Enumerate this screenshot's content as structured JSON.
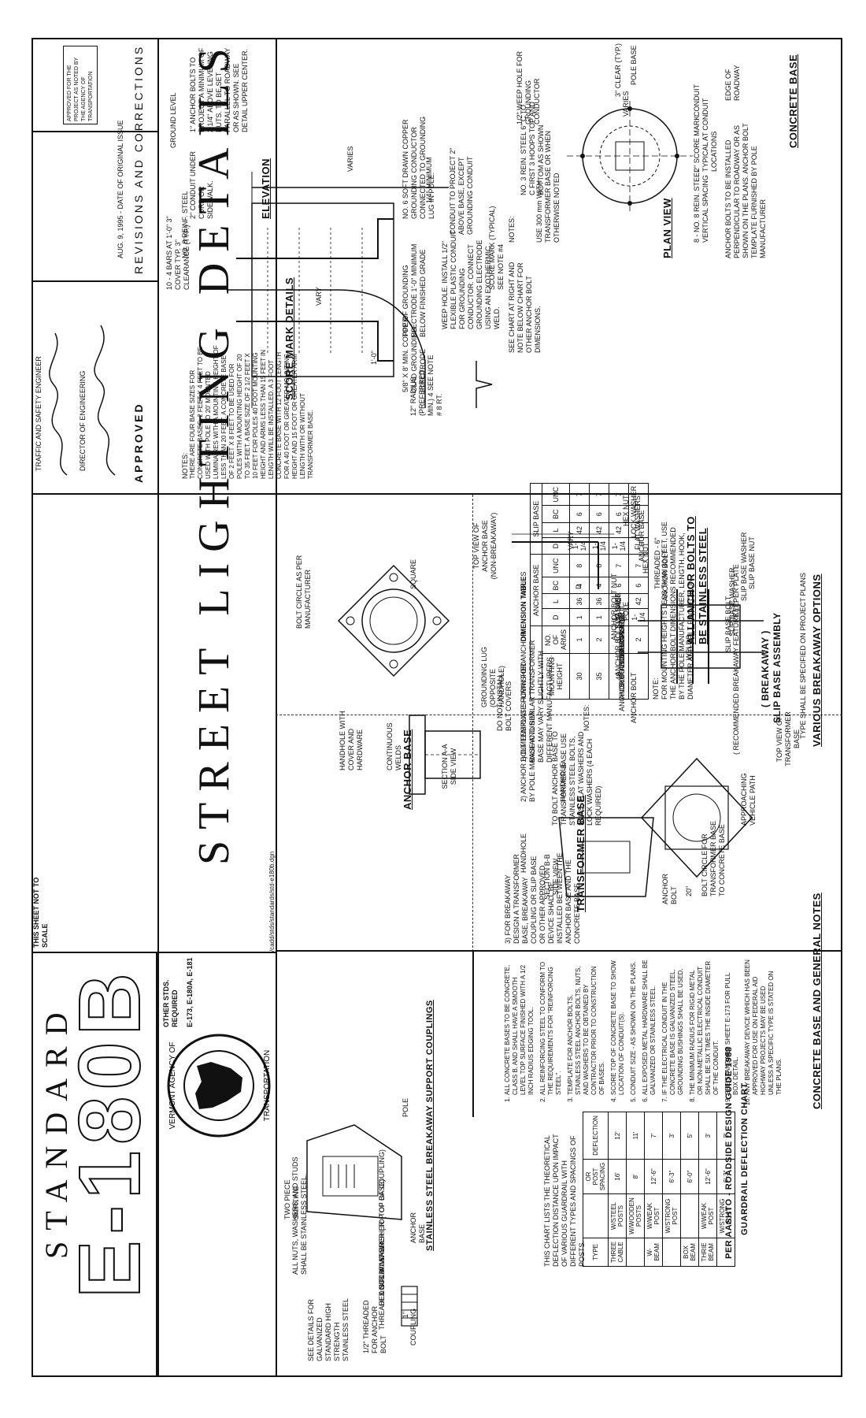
{
  "concrete_base": {
    "title": "CONCRETE BASE",
    "edge_of_roadway": "EDGE OF ROADWAY",
    "anchor_note": "ANCHOR BOLTS TO BE INSTALLED PERPENDICULAR TO ROADWAY OR AS SHOWN ON THE PLANS. ANCHOR BOLT TEMPLATE FURNISHED BY POLE MANUFACTURER",
    "pole_base": "POLE BASE",
    "clear": "3\" CLEAR (TYP.)",
    "varies": "VARIES",
    "weep_hole": "1/2\" WEEP HOLE FOR GROUNDING CONDUCTOR",
    "conduit": "CONDUIT",
    "score_mark": "2\" SCORE MARK TYPICAL AT CONDUIT LOCATIONS",
    "rebar_vertical": "8 - NO. 8 REIN. STEEL VERTICAL SPACING",
    "rebar_min": "NO. 3 REIN. STEEL 6\" C TO C FIRST 3 HOOPS TOP AND BOTTOM AS SHOWN",
    "use_dowel": "USE 300 mm WITH TRANSFORMER BASE OR WHEN OTHERWISE NOTED",
    "plan_view": "PLAN VIEW",
    "notes_label": "NOTES:",
    "see_chart": "SEE CHART AT RIGHT AND NOTE BELOW CHART FOR OTHER ANCHOR BOLT DIMENSIONS."
  },
  "elevation": {
    "title": "ELEVATION",
    "anchor_bolts": "1\" ANCHOR BOLTS TO PROJECT A MINIMUM OF 2 1/4\" ABOVE LEVELING NUTS. TO BE SET PARALLEL TO ROADWAY OR AS SHOWN. SEE DETAIL UPPER CENTER.",
    "ground_level": "GROUND LEVEL",
    "conduit_under": "2\" CONDUIT UNDER CURB OR SIDEWALK.",
    "rebar": "NO. 8 REINF. STEEL",
    "rebar_pairs": "10 - 4 BARS AT 1'-0\" 3\" COVER TYP. 3\" CLEARANCE (TYP.)",
    "vary": "VARY",
    "varies_label": "VARIES",
    "ground_note": "NO. 6 SOFT DRAWN COPPER GROUNDING CONDUCTOR CONNECTED TO GROUNDING LUG IN POLE.",
    "conduit_project": "CONDUIT TO PROJECT 2\" ABOVE BASE, EXCEPT GROUNDING CONDUIT",
    "weep_install": "WEEP HOLE. INSTALL 1/2\" FLEXIBLE PLASTIC CONDUIT FOR GROUNDING CONDUCTOR. CONNECT GROUNDING ELECTRODE USING AN EXOTHERMIC WELD.",
    "score_mark": "SCORE MARK (TYPICAL) SEE NOTE #4",
    "min_quarter": "1/4\" MINIMUM",
    "top_of_electrode": "TOP OF GROUNDING ELECTRODE 1'-0\" MINIMUM BELOW FINISHED GRADE",
    "electrode": "5/8\" X 8' MIN. COPPER CLAD GROUNDING ELECTRODE",
    "radius": "12\" RADIUS (PREFERRED MIN.) 4 SEE NOTE # 8 RT.",
    "one_foot": "1'-0\"",
    "score_mark_details": "SCORE MARK DETAILS"
  },
  "left_notes": {
    "label": "NOTES:",
    "text": "THERE ARE FOUR BASE SIZES FOR CONCRETE BASES: 2 FEET X 4 FEET TO BE USED WITH POLE TO 20' MOUNTED LUMINAIRES WITH A MOUNTING HEIGHT OF LESS THAN 20 FEET. A CONCRETE BASE OF 2 FEET X 8 FEET TO BE USED FOR POLES WITH A MOUNTING HEIGHT OF 20 TO 35 FEET. A BASE SIZE OF 2 1/2 FEET X 10 FEET FOR POLES 40 FOOT MOUNTING HEIGHT AND ARMS LESS THAN 15 FEET IN LENGTH WILL BE INSTALLED. A 3 FOOT CONCRETE BASE WITH 12 FOOT LENGTH FOR A 40 FOOT OR GREATER MOUNTING HEIGHT AND 15 FOOT OR GREATER ARM LENGTH WITH OR WITHOUT TRANSFORMER BASE."
  },
  "revisions": {
    "title": "REVISIONS AND CORRECTIONS",
    "entry": "AUG. 9, 1995 - DATE OF ORIGINAL ISSUE",
    "approved_stamp": "APPROVED FOR THE PROJECT AS NOTED BY THE AGENCY OF TRANSPORTATION"
  },
  "approved": {
    "label": "APPROVED",
    "director": "DIRECTOR OF ENGINEERING",
    "engineer": "TRAFFIC AND SAFETY ENGINEER"
  },
  "anchor_bolts": {
    "title": "ALL ANCHOR BOLTS TO BE STAINLESS STEEL",
    "hex_nut": "HEX NUT",
    "lock_washer": "LOCK WASHER",
    "flat_washers": "FLAT WASHERS",
    "anchor_base": "ANCHOR BASE",
    "hex_nut2": "HEX NUT",
    "threaded": "THREADED - 6\"",
    "anchor_bolt": "ANCHOR BOLT",
    "varies": "VARIES",
    "vary": "VARY",
    "d": "D"
  },
  "dimension_table": {
    "title": "DIMENSION TABLE",
    "groups": [
      "ANCHOR BASE",
      "SLIP BASE"
    ],
    "headers": [
      "MOUNTING HEIGHT",
      "NO. OF ARMS",
      "D",
      "L",
      "BC",
      "UNC",
      "D",
      "L",
      "BC",
      "UNC"
    ],
    "rows": [
      [
        "30",
        "1",
        "1",
        "36",
        "4",
        "8",
        "1-1/4",
        "42",
        "6",
        "7"
      ],
      [
        "35",
        "2",
        "1",
        "36",
        "4",
        "8",
        "1-1/4",
        "42",
        "6",
        "7"
      ],
      [
        "40",
        "1",
        "1-1/4",
        "42",
        "6",
        "7",
        "1-1/4",
        "42",
        "6",
        "7"
      ],
      [
        "",
        "2",
        "1-1/4",
        "42",
        "6",
        "7",
        "",
        "",
        "",
        ""
      ]
    ],
    "note_label": "NOTE:",
    "note": "FOR MOUNTING HEIGHTS LESS THAN 30 FEET, USE THE ANCHOR BOLT DIMENSIONS RECOMMENDED BY THE POLE MANUFACTURER, LENGTH, HOOK, DIAMETER AND BOLT PROJECTION."
  },
  "anchor_base": {
    "top_view": "TOP VIEW OF ANCHOR BASE (NON-BREAKAWAY)",
    "title": "ANCHOR BASE",
    "square": "SQUARE",
    "bolt_circle": "BOLT CIRCLE AS PER MANUFACTURER",
    "grounding_lug": "GROUNDING LUG (OPPOSITE HANDHOLE)",
    "do_not_install": "DO NOT INSTALL BOLT COVERS",
    "continuous_welds": "CONTINUOUS WELDS",
    "handhole": "HANDHOLE WITH COVER AND HARDWARE",
    "section": "SECTION A-A SIDE VIEW",
    "notes_label": "NOTES:",
    "note1": "1) DIMENSIONS SHOWN FOR ANCHOR BASE AND SIMILAR TRANSFORMER BASE MAY VARY SLIGHTLY WITH DIFFERENT MANUFACTURERS.",
    "note2": "2) ANCHOR BOLT TEMPLATE FURNISHED BY POLE MANUFACTURER."
  },
  "breakaway": {
    "title": "VARIOUS BREAKAWAY OPTIONS",
    "subtitle": "TYPE SHALL BE SPECIFIED ON PROJECT PLANS",
    "slip_base_nut": "SLIP BASE NUT",
    "slip_base_washer": "SLIP BASE WASHER",
    "keeper_plate": "KEEPER PLATE",
    "slip_base_washer2": "SLIP BASE WASHER",
    "slip_base_bolt": "SLIP BASE BOLT",
    "welds": "WELDS",
    "pole": "POLE",
    "slip_base": "SLIP BASE",
    "anchor_bolt_nut": "ANCHOR BOLT NUT",
    "anchor_nut": "ANCHOR NUT",
    "lock_washer": "LOCK WASHER",
    "anchor_bolt_washer": "ANCHOR BOLT WASHER",
    "slip_anchor_plate": "SLIP ANCHOR PLATE",
    "anchor_bolt_washer2": "ANCHOR BOLT WASHER",
    "anchor_bolt_nut2": "ANCHOR BOLT NUT",
    "anchor_bolt": "ANCHOR BOLT",
    "assembly_title": "SLIP BASE ASSEMBLY",
    "assembly_sub": "( BREAKAWAY )"
  },
  "transformer": {
    "top_view": "TOP VIEW OF TRANSFORMER BASE",
    "recommended": "( RECOMMENDED BREAKAWAY FEATURE )",
    "approaching": "APPROACHING VEHICLE PATH",
    "bolt_circle": "BOLT CIRCLE FOR TRANSFORMER BASE TO CONCRETE BASE",
    "bolt_note": "TO BOLT ANCHOR BASE TO TRANSFORMER BASE USE STAINLESS STEEL BOLTS, NUTS, FLAT WASHERS AND LOCK WASHERS (4 EACH REQUIRED)",
    "handhole": "HANDHOLE",
    "handhole2": "HANDHOLE",
    "section": "SECTION B-B SIDE VIEW",
    "title": "TRANSFORMER BASE",
    "anchor_bolt": "ANCHOR BOLT",
    "dim20": "20\"",
    "note3": "3) FOR BREAKAWAY DESIGN A TRANSFORMER BASE, BREAKAWAY COUPLING OR SLIP BASE OR OTHER APPROVED DEVICE SHALL BE INSTALLED BETWEEN THE ANCHOR BASE AND THE CONCRETE BASE."
  },
  "general_notes": {
    "title": "CONCRETE BASE AND GENERAL NOTES",
    "items": [
      "ALL CONCRETE BASES TO BE CONCRETE, CLASS B, AND SHALL HAVE A SMOOTH LEVEL TOP SURFACE FINISHED WITH A 1/2 INCH RADIUS EDGING TOOL.",
      "ALL REINFORCING STEEL TO CONFORM TO THE REQUIREMENTS FOR \"REINFORCING STEEL\".",
      "TEMPLATE FOR ANCHOR BOLTS, STAINLESS STEEL ANCHOR BOLTS, NUTS, AND WASHERS TO BE OBTAINED BY CONTRACTOR PRIOR TO CONSTRUCTION OF BASES.",
      "SCORE TOP OF CONCRETE BASE TO SHOW LOCATION OF CONDUIT(S).",
      "CONDUIT SIZE - AS SHOWN ON THE PLANS.",
      "ALL EXPOSED METAL HARDWARE SHALL BE GALVANIZED OR STAINLESS STEEL.",
      "IF THE ELECTRICAL CONDUIT IN THE CONCRETE BASE IS GALVANIZED STEEL, GROUNDING BUSHINGS SHALL BE USED.",
      "THE MINIMUM RADIUS FOR RIGID METAL OR NON-METALLIC ELECTRICAL CONDUIT SHALL BE SIX TIMES THE INSIDE DIAMETER OF THE CONDUIT.",
      "SEE STANDARD SHEET E-173 FOR PULL BOX DETAIL.",
      "ANY BREAKAWAY DEVICE WHICH HAS BEEN APPROVED FOR USE ON FEDERAL AID HIGHWAY PROJECTS MAY BE USED UNLESS A SPECIFIC TYPE IS STATED ON THE PLANS."
    ]
  },
  "guardrail": {
    "title": "GUARDRAIL DEFLECTION CHART",
    "subtitle": "PER AASHTO - ROADSIDE DESIGN GUIDE 1988",
    "headers": [
      "TYPE",
      "",
      "OR POST SPACING",
      "DEFLECTION"
    ],
    "rows": [
      [
        "THREE CABLE",
        "W/STEEL POSTS",
        "16'",
        "12'"
      ],
      [
        "",
        "W/WOODEN POSTS",
        "8'",
        "11'"
      ],
      [
        "W-BEAM",
        "W/WEAK POST",
        "12'-6\"",
        "7'"
      ],
      [
        "",
        "W/STRONG POST",
        "6'-3\"",
        "3'"
      ],
      [
        "BOX BEAM",
        "",
        "6'-0\"",
        "5'"
      ],
      [
        "THRIE BEAM",
        "W/WEAK POST",
        "12'-6\"",
        "3'"
      ],
      [
        "",
        "W/STRONG POST",
        "6'-3\"",
        "2'"
      ]
    ],
    "note": "THIS CHART LISTS THE THEORETICAL DEFLECTION DISTANCE UPON IMPACT OF VARIOUS GUARDRAIL WITH DIFFERENT TYPES AND SPACINGS OF POSTS."
  },
  "couplings": {
    "title": "STAINLESS STEEL BREAKAWAY SUPPORT COUPLINGS",
    "pole": "POLE",
    "two_piece": "TWO PIECE SKIRTING",
    "anchor_base": "ANCHOR BASE",
    "hex_nut": "HEX NUT",
    "lock_washer": "LOCK WASHER",
    "flat_washer": "FLAT WASHER (TOP OF BASE)",
    "flat_washer2": "FLAT WASHER (TOP OF COUPLING)",
    "threaded_stud": "THREADED STUD",
    "coupling": "COUPLING",
    "threaded": "1/2\" THREADED FOR ANCHOR BOLT",
    "dim1": "1\"",
    "note_nuts": "ALL NUTS, WASHERS, AND STUDS SHALL BE STAINLESS STEEL.",
    "galv_note": "SEE DETAILS FOR GALVANIZED STANDARD HIGH STRENGTH STAINLESS STEEL"
  },
  "title_block": {
    "main_title": "STREET LIGHTING DETAILS",
    "not_to_scale": "THIS SHEET NOT TO SCALE",
    "other_stds_label": "OTHER STDS. REQUIRED",
    "other_stds": "E-173, E-180A, E-181",
    "file_path": "/cadd/stds/standards/std-e180b.dgn",
    "agency_ring": "VERMONT AGENCY OF TRANSPORTATION",
    "standard_word": "STANDARD",
    "standard_num": "E-180B"
  }
}
